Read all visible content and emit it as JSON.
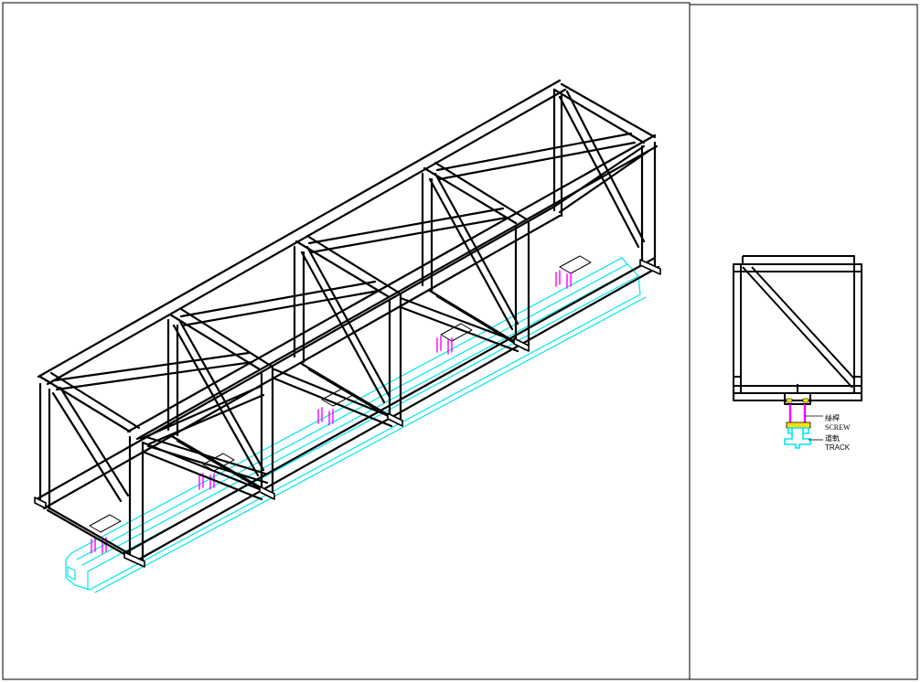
{
  "colors": {
    "line": "#000000",
    "track": "#00e5ee",
    "screw": "#ff00ff",
    "plate": "#ffe100",
    "background": "#ffffff"
  },
  "labels": {
    "screw_cn": "絲桿",
    "screw_en": "SCREW",
    "track_cn": "道軌",
    "track_en": "TRACK"
  }
}
